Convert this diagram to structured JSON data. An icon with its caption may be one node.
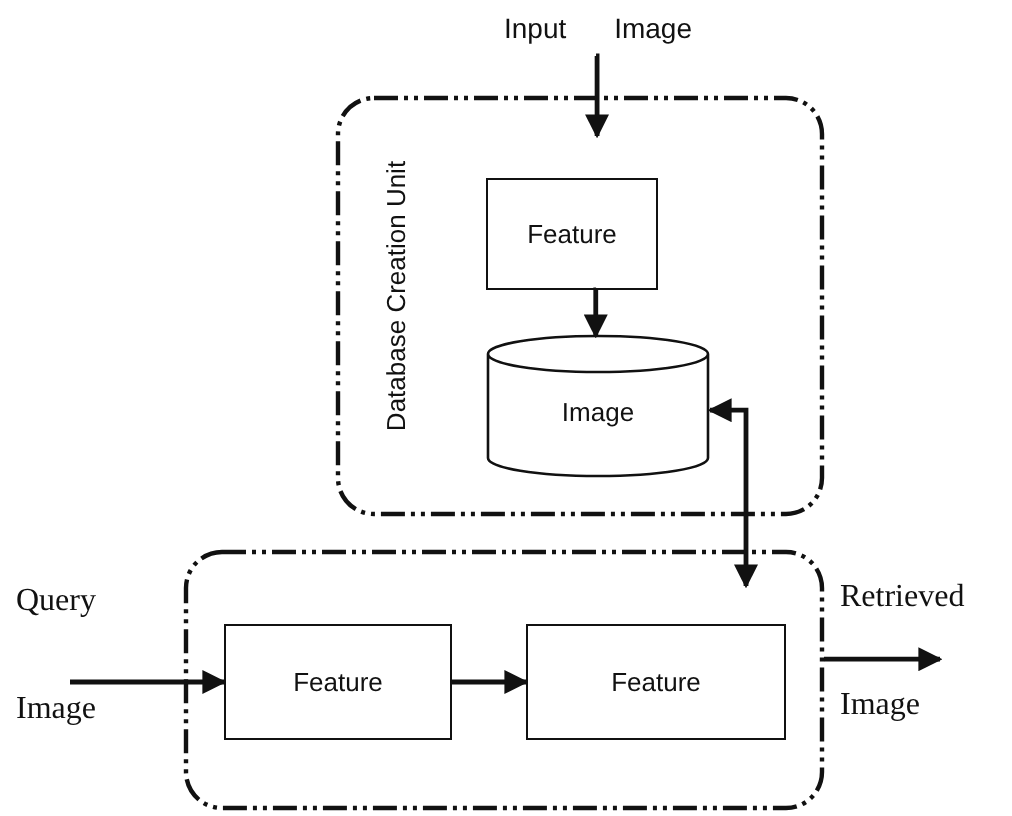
{
  "diagram": {
    "nodes": [
      {
        "text": [
          "Input",
          "Image"
        ]
      },
      {
        "text": [
          "Database Creation Unit"
        ]
      },
      {
        "text": [
          "Feature"
        ],
        "in": 1
      },
      {
        "text": [
          "Image"
        ],
        "in": 1
      },
      {
        "text": [],
        "shape": "box"
      },
      {
        "text": [
          "Feature"
        ],
        "in": 4
      },
      {
        "text": [
          "Feature"
        ],
        "in": 4
      },
      {
        "text": [
          "Query",
          "Image"
        ]
      },
      {
        "text": [
          "Retrieved",
          "Image"
        ]
      }
    ],
    "edges": [
      {
        "from": 0,
        "to": 1,
        "arrow": "to"
      },
      {
        "from": 2,
        "to": 3,
        "arrow": "to"
      },
      {
        "from": 3,
        "to": 4,
        "arrow": "both"
      },
      {
        "from": 7,
        "to": 5,
        "arrow": "to"
      },
      {
        "from": 5,
        "to": 6,
        "arrow": "to"
      },
      {
        "from": 4,
        "to": 8,
        "arrow": "to"
      }
    ]
  }
}
